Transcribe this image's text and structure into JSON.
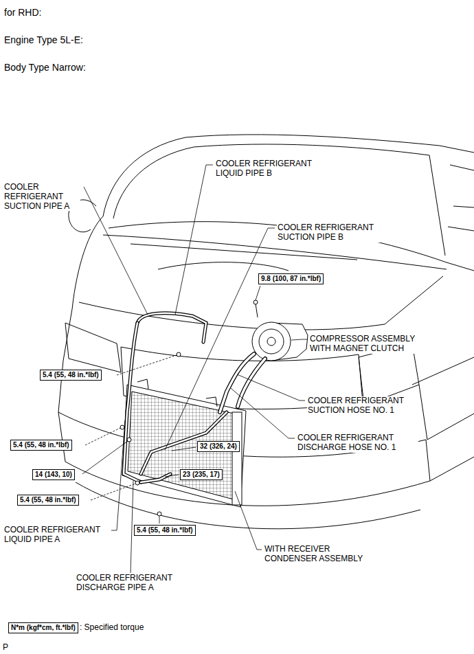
{
  "diagram": {
    "nodes": [
      {
        "text": [
          "9.8 (100, 87 in.*lbf)"
        ]
      },
      {
        "text": [
          "5.4 (55, 48 in.*lbf)"
        ]
      },
      {
        "text": [
          "5.4 (55, 48 in.*lbf)"
        ]
      },
      {
        "text": [
          "32 (326, 24)"
        ]
      },
      {
        "text": [
          "14 (143, 10)"
        ]
      },
      {
        "text": [
          "23 (235, 17)"
        ]
      },
      {
        "text": [
          "5.4 (55, 48 in.*lbf)"
        ]
      },
      {
        "text": [
          "5.4 (55, 48 in.*lbf)"
        ]
      },
      {
        "text": [
          "N*m (kgf*cm, ft.*lbf)"
        ]
      }
    ],
    "labels": [
      "for RHD:",
      "Engine Type 5L-E:",
      "Body Type Narrow:",
      "COOLER REFRIGERANT LIQUID PIPE B",
      "COOLER REFRIGERANT SUCTION PIPE A",
      "COOLER REFRIGERANT SUCTION PIPE B",
      "COMPRESSOR ASSEMBLY WITH MAGNET CLUTCH",
      "COOLER REFRIGERANT SUCTION HOSE NO. 1",
      "COOLER REFRIGERANT DISCHARGE HOSE NO. 1",
      "COOLER REFRIGERANT LIQUID PIPE A",
      "WITH RECEIVER CONDENSER ASSEMBLY",
      "COOLER REFRIGERANT DISCHARGE PIPE A",
      ": Specified torque",
      "P"
    ]
  }
}
